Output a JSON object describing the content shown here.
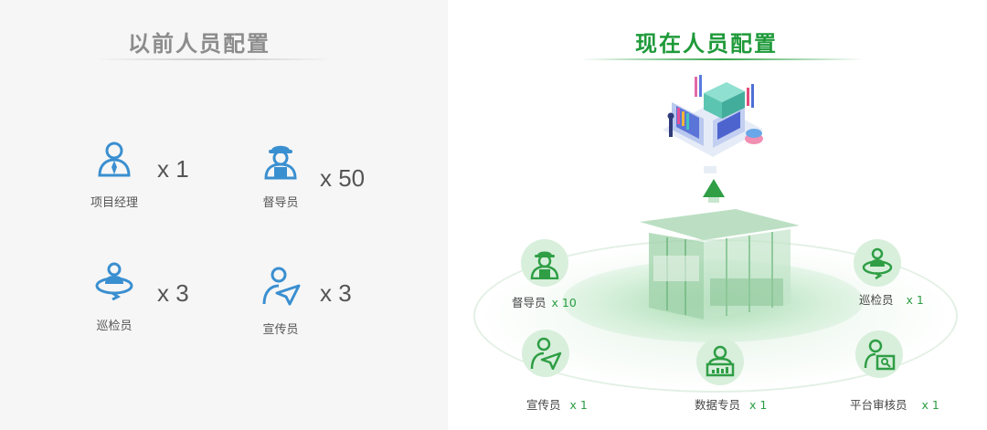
{
  "left": {
    "title": "以前人员配置",
    "staff": [
      {
        "label": "项目经理",
        "count": "x 1",
        "icon": "manager-icon"
      },
      {
        "label": "督导员",
        "count": "x 50",
        "icon": "supervisor-icon"
      },
      {
        "label": "巡检员",
        "count": "x 3",
        "icon": "inspector-icon"
      },
      {
        "label": "宣传员",
        "count": "x 3",
        "icon": "promoter-icon"
      }
    ],
    "accent": "#3a8fd0"
  },
  "right": {
    "title": "现在人员配置",
    "accent": "#1f9a3a",
    "nodes": [
      {
        "label": "督导员",
        "count": "x 10",
        "icon": "supervisor-icon"
      },
      {
        "label": "巡检员",
        "count": "x 1",
        "icon": "inspector-icon"
      },
      {
        "label": "宣传员",
        "count": "x 1",
        "icon": "promoter-icon"
      },
      {
        "label": "数据专员",
        "count": "x 1",
        "icon": "data-specialist-icon"
      },
      {
        "label": "平台审核员",
        "count": "x 1",
        "icon": "platform-reviewer-icon"
      }
    ]
  }
}
